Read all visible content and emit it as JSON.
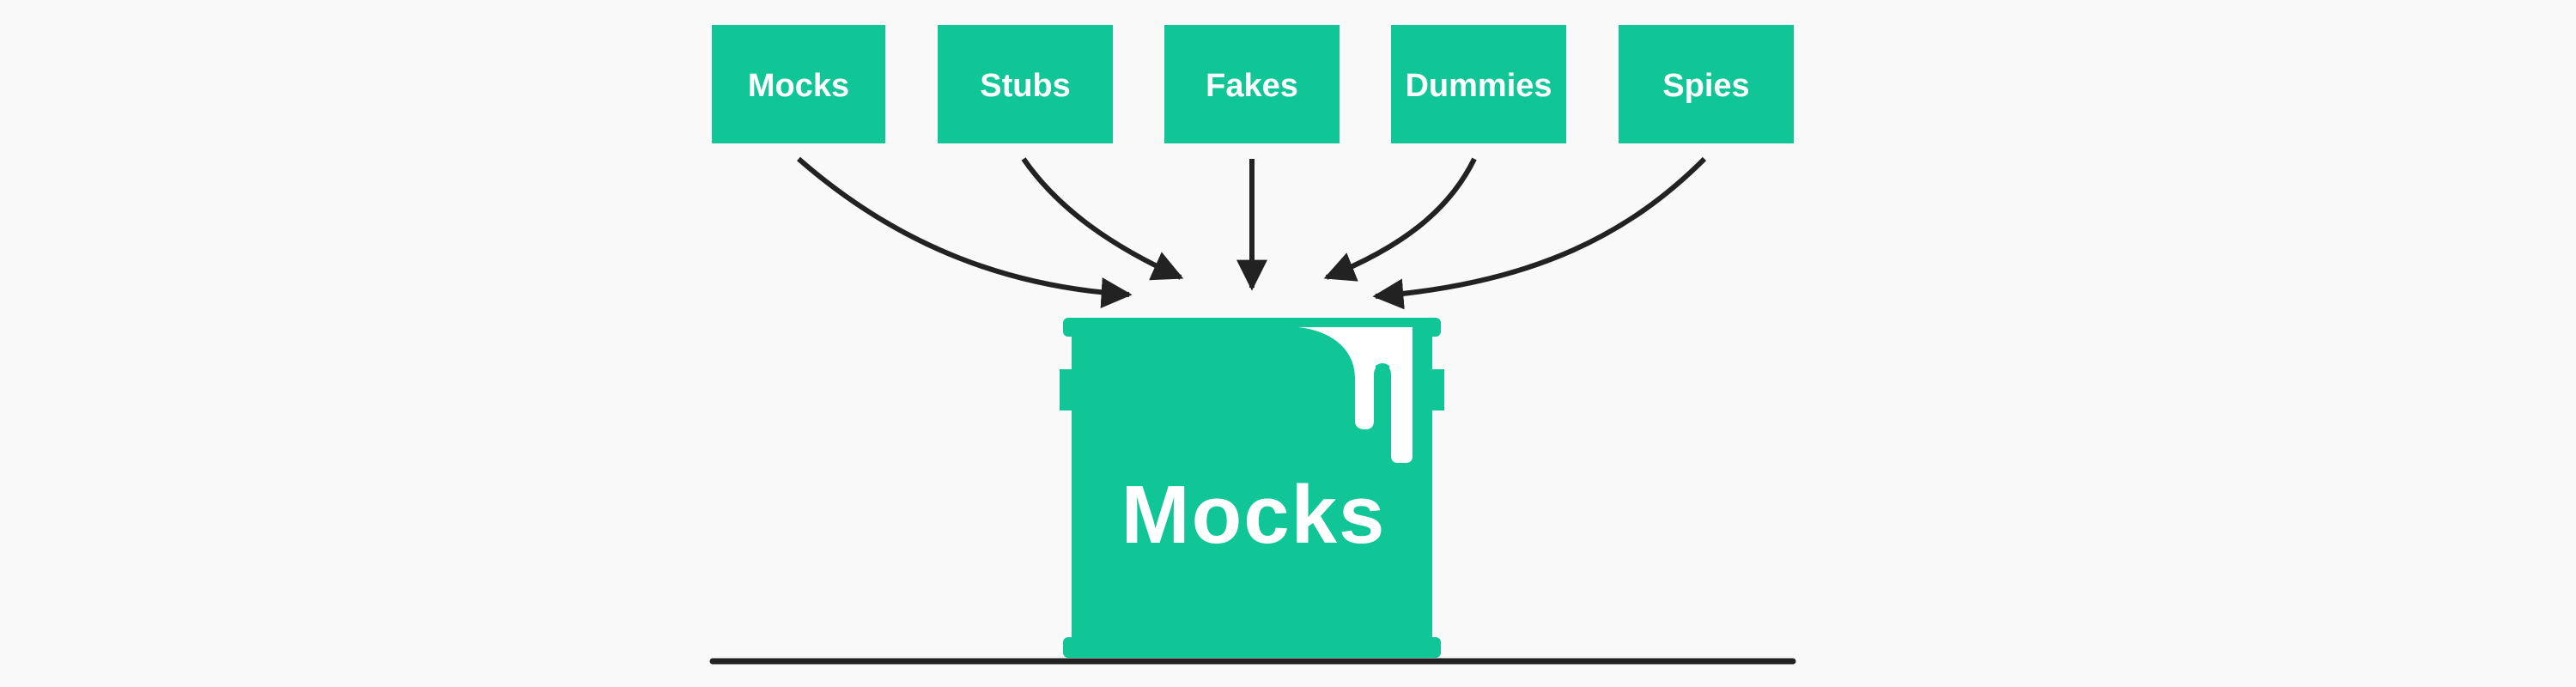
{
  "diagram": {
    "nodes": [
      {
        "id": "mocks",
        "label": "Mocks"
      },
      {
        "id": "stubs",
        "label": "Stubs"
      },
      {
        "id": "fakes",
        "label": "Fakes"
      },
      {
        "id": "dummies",
        "label": "Dummies"
      },
      {
        "id": "spies",
        "label": "Spies"
      }
    ],
    "bucket": {
      "label": "Mocks"
    },
    "edges": [
      {
        "from": "mocks",
        "to": "bucket"
      },
      {
        "from": "stubs",
        "to": "bucket"
      },
      {
        "from": "fakes",
        "to": "bucket"
      },
      {
        "from": "dummies",
        "to": "bucket"
      },
      {
        "from": "spies",
        "to": "bucket"
      }
    ]
  },
  "colors": {
    "background": "#f9f9f9",
    "accent_green": "#10c596",
    "text_on_green": "#ffffff",
    "arrow": "#222222",
    "ground_line": "#222222"
  },
  "icons": {
    "bucket": "paint-bucket-icon"
  }
}
